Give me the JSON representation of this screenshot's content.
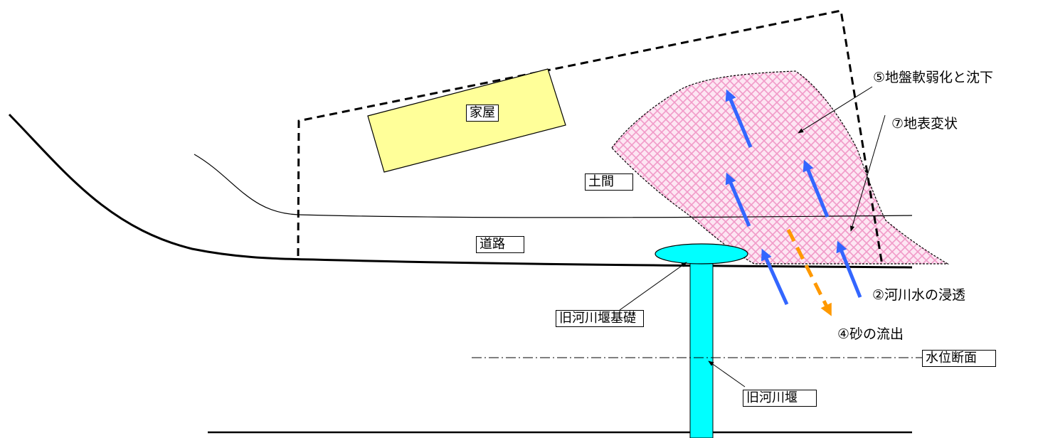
{
  "labels": {
    "house": "家屋",
    "earthen_floor": "土間",
    "road": "道路",
    "old_weir_foundation": "旧河川堰基礎",
    "water_level_section": "水位断面",
    "old_weir": "旧河川堰",
    "ground_softening": "⑤地盤軟弱化と沈下",
    "surface_deformation": "⑦地表変状",
    "river_seepage": "②河川水の浸透",
    "sand_outflow": "④砂の流出"
  },
  "colors": {
    "house_fill": "#ffff99",
    "weir_fill": "#00ffff",
    "hatch": "#f5a6d4",
    "hatch_bg": "#fde6f3",
    "seepage_arrow": "#3366ff",
    "sand_arrow": "#ff9900",
    "line": "#000000"
  }
}
